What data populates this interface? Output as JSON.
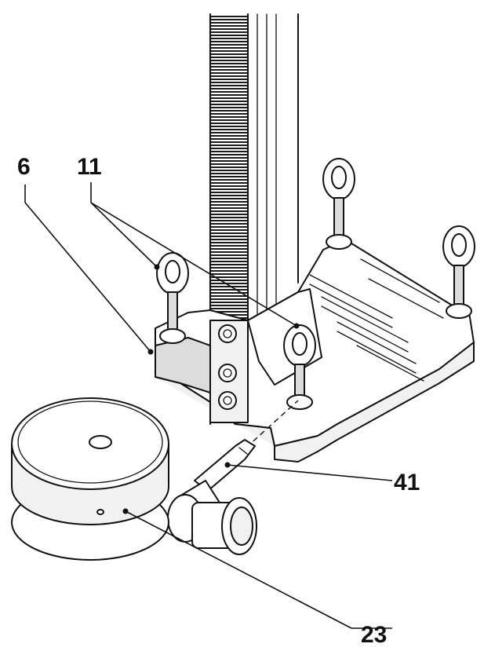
{
  "callouts": {
    "c6": "6",
    "c11": "11",
    "c41": "41",
    "c23": "23"
  },
  "colors": {
    "ink": "#111111",
    "paper": "#ffffff",
    "shade": "#dcdcdc"
  }
}
